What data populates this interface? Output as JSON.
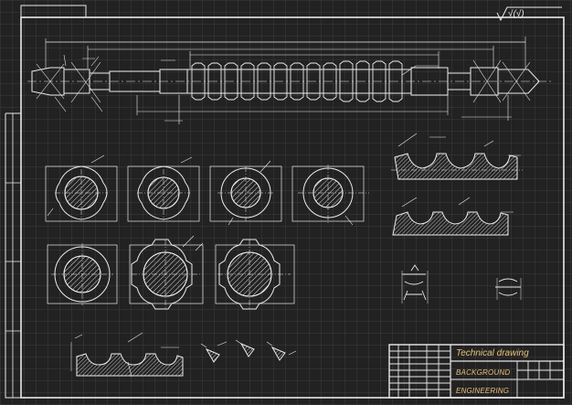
{
  "title_block": {
    "title": "Technical drawing",
    "line1": "BACKGROUND",
    "line2": "ENGINEERING"
  },
  "roughness_mark": "√(√)",
  "colors": {
    "background": "#222222",
    "grid": "rgba(255,255,255,0.06)",
    "lines": "#e9e9e9",
    "title_text": "#e8c27a"
  }
}
